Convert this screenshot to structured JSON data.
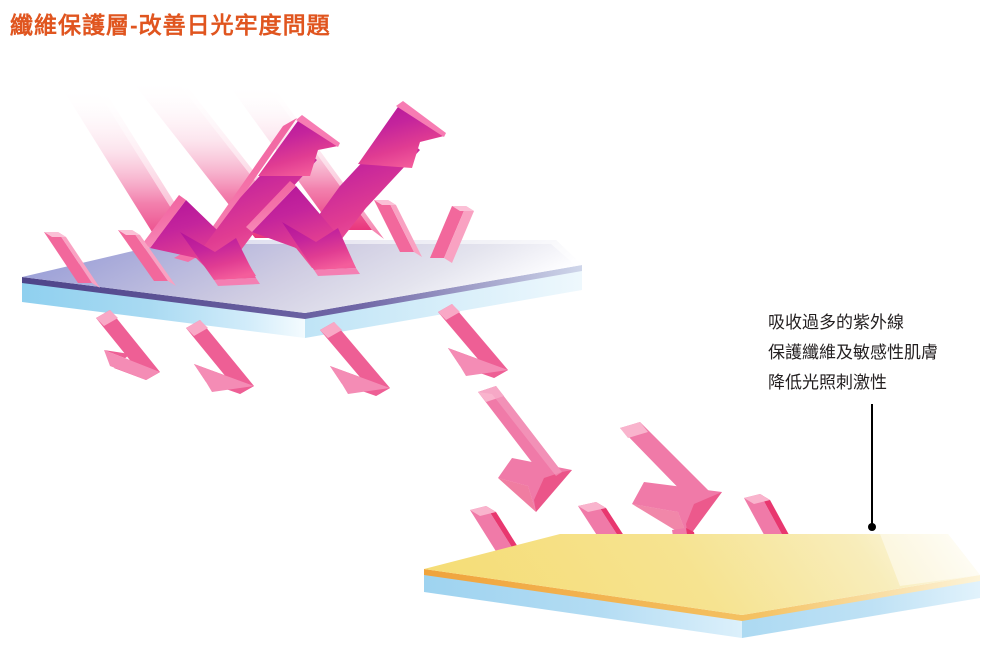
{
  "title": "纖維保護層-改善日光牢度問題",
  "title_color": "#e0551f",
  "annotation": {
    "lines": [
      "吸收過多的紫外線",
      "保護纖維及敏感性肌膚",
      "降低光照刺激性"
    ],
    "text_color": "#231f20",
    "leader_color": "#000000"
  },
  "colors": {
    "background": "#ffffff",
    "magenta_arrow_dark": "#c0199b",
    "magenta_arrow_light": "#f04a8e",
    "pink_arrow_fill": "#f07aa8",
    "pink_arrow_edge": "#e8376f",
    "pink_ray": "#f2689c",
    "slab_top_lavender": "#cfcce2",
    "slab_top_periwinkle": "#9aa0d8",
    "slab_top_rim": "#554a8e",
    "slab_base_blue": "#a9daf2",
    "slab_base_blue_light": "#d8eefb",
    "slab_yellow": "#f2e08a",
    "slab_yellow_rim": "#f0a33c"
  },
  "panels": {
    "upper_slab": {
      "name": "protective-fiber-layer-slab",
      "surface": "lavender-purple"
    },
    "lower_slab": {
      "name": "fiber-substrate-slab",
      "surface": "yellow"
    }
  },
  "elements": {
    "incoming_rays_label": "incoming-uv-rays",
    "reflected_arrows_label": "reflected-uv-arrows",
    "transmitted_arrows_label": "transmitted-light-arrows",
    "absorbed_arrows_label": "absorbed-light-arrows"
  }
}
